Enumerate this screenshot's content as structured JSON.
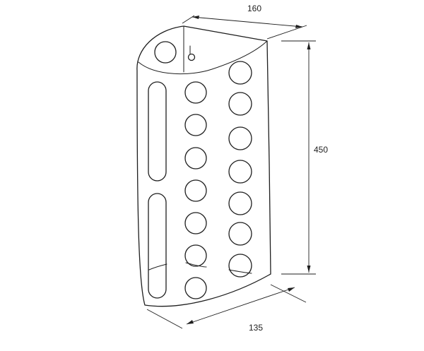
{
  "dimensions": {
    "top_width": "160",
    "height": "450",
    "bottom_depth": "135"
  }
}
